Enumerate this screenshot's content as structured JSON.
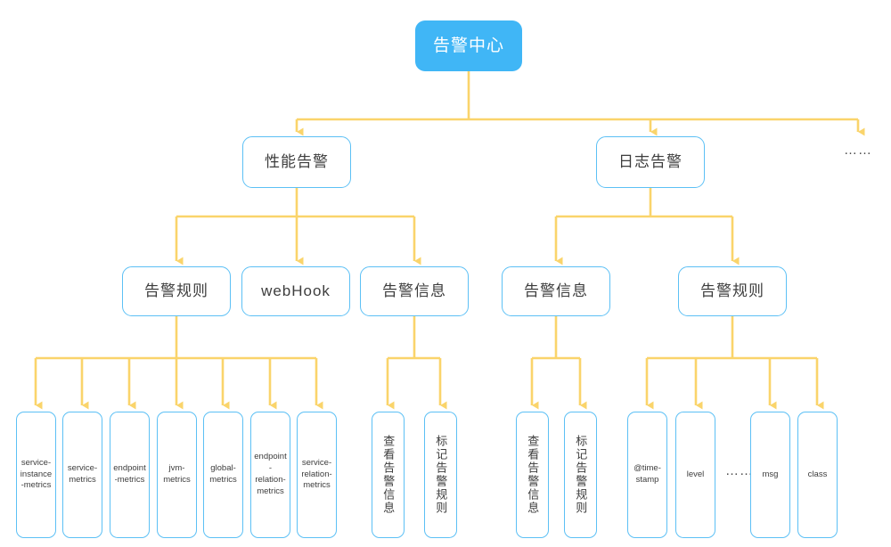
{
  "diagram": {
    "title": "告警中心",
    "colors": {
      "root_fill": "#40b6f6",
      "node_border": "#5cc0f5",
      "connector": "#fad46b",
      "text": "#3d3d3d",
      "root_text": "#ffffff",
      "background": "#ffffff"
    },
    "root": {
      "label": "告警中心"
    },
    "level2": [
      {
        "label": "性能告警"
      },
      {
        "label": "日志告警"
      },
      {
        "label": "……"
      }
    ],
    "level3": [
      {
        "label": "告警规则",
        "parent": "性能告警"
      },
      {
        "label": "webHook",
        "parent": "性能告警"
      },
      {
        "label": "告警信息",
        "parent": "性能告警"
      },
      {
        "label": "告警信息",
        "parent": "日志告警"
      },
      {
        "label": "告警规则",
        "parent": "日志告警"
      }
    ],
    "leaves": {
      "performance_alarm_rules": [
        {
          "label": "service-instance-metrics"
        },
        {
          "label": "service-metrics"
        },
        {
          "label": "endpoint-metrics"
        },
        {
          "label": "jvm-metrics"
        },
        {
          "label": "global-metrics"
        },
        {
          "label": "endpoint-relation-metrics"
        },
        {
          "label": "service-relation-metrics"
        }
      ],
      "performance_alarm_info": [
        {
          "label": "查看告警信息"
        },
        {
          "label": "标记告警规则"
        }
      ],
      "log_alarm_info": [
        {
          "label": "查看告警信息"
        },
        {
          "label": "标记告警规则"
        }
      ],
      "log_alarm_rules": [
        {
          "label": "@time-stamp"
        },
        {
          "label": "level"
        },
        {
          "label": "……"
        },
        {
          "label": "msg"
        },
        {
          "label": "class"
        }
      ]
    }
  }
}
